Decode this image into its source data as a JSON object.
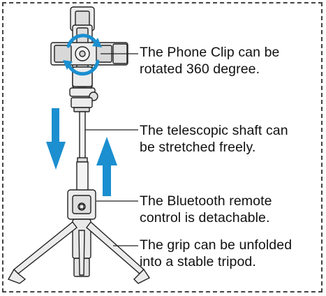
{
  "captions": [
    {
      "line1": "The Phone Clip can be",
      "line2": "rotated 360 degree."
    },
    {
      "line1": "The telescopic shaft can",
      "line2": "be stretched freely."
    },
    {
      "line1": "The Bluetooth remote",
      "line2": "control is detachable."
    },
    {
      "line1": "The grip can be unfolded",
      "line2": "into a stable tripod."
    }
  ],
  "colors": {
    "accent_blue": "#1b8fd0",
    "line": "#222222",
    "part_fill": "#e9e9e9"
  }
}
